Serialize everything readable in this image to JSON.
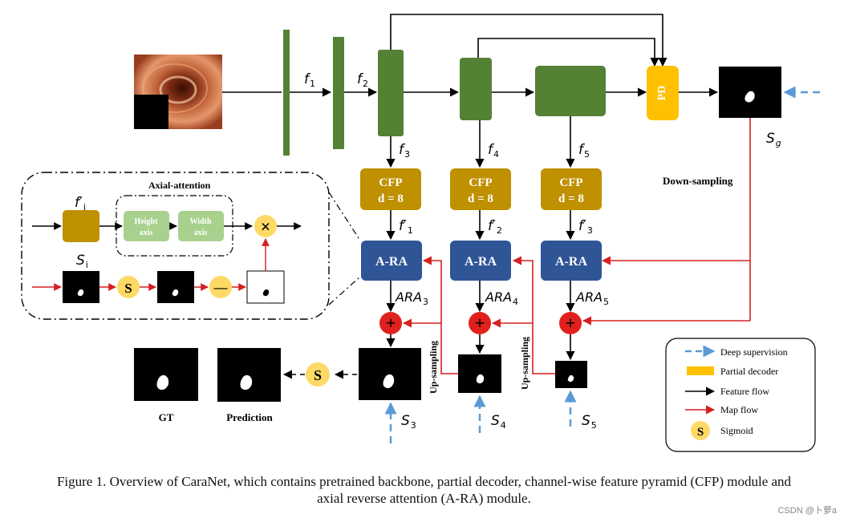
{
  "labels": {
    "f1": "f",
    "f1_sub": "1",
    "f2": "f",
    "f2_sub": "2",
    "f3": "f",
    "f3_sub": "3",
    "f4": "f",
    "f4_sub": "4",
    "f5": "f",
    "f5_sub": "5",
    "fp1": "f′",
    "fp1_sub": "1",
    "fp2": "f′",
    "fp2_sub": "2",
    "fp3": "f′",
    "fp3_sub": "3",
    "ara3": "ARA",
    "ara3_sub": "3",
    "ara4": "ARA",
    "ara4_sub": "4",
    "ara5": "ARA",
    "ara5_sub": "5",
    "s3": "S",
    "s3_sub": "3",
    "s4": "S",
    "s4_sub": "4",
    "s5": "S",
    "s5_sub": "5",
    "sg": "S",
    "sg_sub": "g",
    "fi": "f′",
    "fi_sub": "i",
    "si": "S",
    "si_sub": "i"
  },
  "blocks": {
    "pd": "PD",
    "cfp_title": "CFP",
    "cfp_param": "d = 8",
    "ara": "A-RA",
    "sigmoid": "S",
    "multiply": "×",
    "minus": "—",
    "plus": "+"
  },
  "texts": {
    "down_sampling": "Down-sampling",
    "up_sampling": "Up-sampling",
    "gt": "GT",
    "prediction": "Prediction",
    "axial_title": "Axial-attention",
    "height_axis_1": "Height",
    "height_axis_2": "axis",
    "width_axis_1": "Width",
    "width_axis_2": "axis"
  },
  "legend": {
    "items": [
      {
        "label": "Deep supervision",
        "marker": "dashed-arrow"
      },
      {
        "label": "Partial decoder",
        "marker": "yellow-box"
      },
      {
        "label": "Feature flow",
        "marker": "black-arrow"
      },
      {
        "label": "Map flow",
        "marker": "red-arrow"
      },
      {
        "label": "Sigmoid",
        "marker": "sigmoid-circle"
      }
    ]
  },
  "caption": {
    "line1": "Figure 1. Overview of CaraNet, which contains pretrained backbone, partial decoder, channel-wise feature pyramid (CFP) module and",
    "line2": "axial reverse attention (A-RA) module."
  },
  "watermark": "CSDN @卜萝a",
  "colors": {
    "backbone": "#548235",
    "cfp": "#bf9000",
    "ara": "#2f5597",
    "pd": "#ffc000",
    "red": "#d62020",
    "sigmoid": "#ffd966",
    "axis_box": "#a9d18e",
    "dashed": "#5b9bd5"
  }
}
